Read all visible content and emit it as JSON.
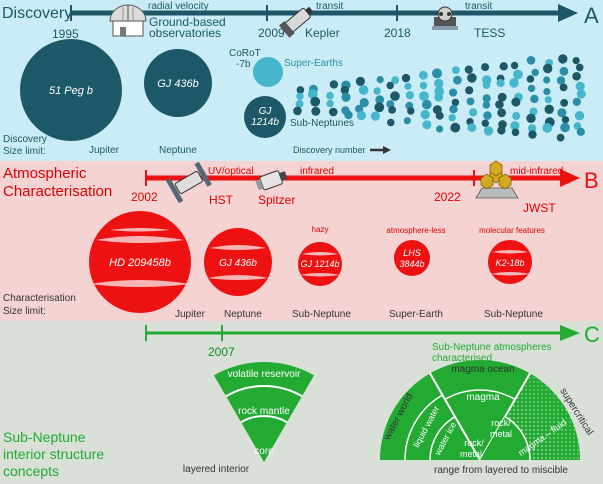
{
  "colors": {
    "panel_a_bg": "#c9ecf6",
    "panel_b_bg": "#f6d3d3",
    "panel_c_bg": "#d8e0d8",
    "a_dark": "#1d5868",
    "a_mid": "#2a8ea6",
    "a_light": "#45b6cc",
    "b_red": "#ee1111",
    "b_text": "#dd0000",
    "c_green": "#22aa33",
    "c_dark_green": "#118822"
  },
  "panel_a": {
    "label": "A",
    "title": "Discovery",
    "year_1995": "1995",
    "year_2009": "2009",
    "year_2018": "2018",
    "method_rv": "radial velocity",
    "method_transit_1": "transit",
    "method_transit_2": "transit",
    "observatories_line1": "Ground-based",
    "observatories_line2": "observatories",
    "kepler": "Kepler",
    "tess": "TESS",
    "corot_line1": "CoRoT",
    "corot_line2": "-7b",
    "super_earths": "Super-Earths",
    "sub_neptunes": "Sub-Neptunes",
    "planet_51peg": "51 Peg b",
    "planet_gj436b": "GJ 436b",
    "planet_gj1214b_line1": "GJ",
    "planet_gj1214b_line2": "1214b",
    "size_label_line1": "Discovery",
    "size_label_line2": "Size limit:",
    "jupiter": "Jupiter",
    "neptune": "Neptune",
    "discovery_number": "Discovery number"
  },
  "panel_b": {
    "label": "B",
    "title_line1": "Atmospheric",
    "title_line2": "Characterisation",
    "year_2002": "2002",
    "year_2022": "2022",
    "band_uv": "UV/optical",
    "band_ir": "infrared",
    "band_mir": "mid-infrared",
    "hst": "HST",
    "spitzer": "Spitzer",
    "jwst": "JWST",
    "note_hazy": "hazy",
    "note_atmless": "atmosphere-less",
    "note_molecular": "molecular features",
    "planet_hd209": "HD 209458b",
    "planet_gj436b": "GJ 436b",
    "planet_gj1214b": "GJ 1214b",
    "planet_lhs_line1": "LHS",
    "planet_lhs_line2": "3844b",
    "planet_k218b": "K2-18b",
    "size_label_line1": "Characterisation",
    "size_label_line2": "Size limit:",
    "jupiter": "Jupiter",
    "neptune": "Neptune",
    "sub_neptune_1": "Sub-Neptune",
    "super_earth": "Super-Earth",
    "sub_neptune_2": "Sub-Neptune"
  },
  "panel_c": {
    "label": "C",
    "title_line1": "Sub-Neptune",
    "title_line2": "interior structure",
    "title_line3": "concepts",
    "year_2007": "2007",
    "atmos_line1": "Sub-Neptune atmospheres",
    "atmos_line2": "characterised",
    "layer_volatile": "volatile reservoir",
    "layer_rock": "rock mantle",
    "layer_core": "core",
    "layered_interior": "layered interior",
    "water_world": "water world",
    "liquid_water": "liquid water",
    "water_ice": "water ice",
    "rock_metal_1_line1": "rock/",
    "rock_metal_1_line2": "metal",
    "magma_ocean": "magma ocean",
    "magma": "magma",
    "rock_metal_2_line1": "rock/",
    "rock_metal_2_line2": "metal",
    "supercritical": "supercritical",
    "magma_fluid": "magma – fluid",
    "range_label": "range from layered to miscible"
  }
}
